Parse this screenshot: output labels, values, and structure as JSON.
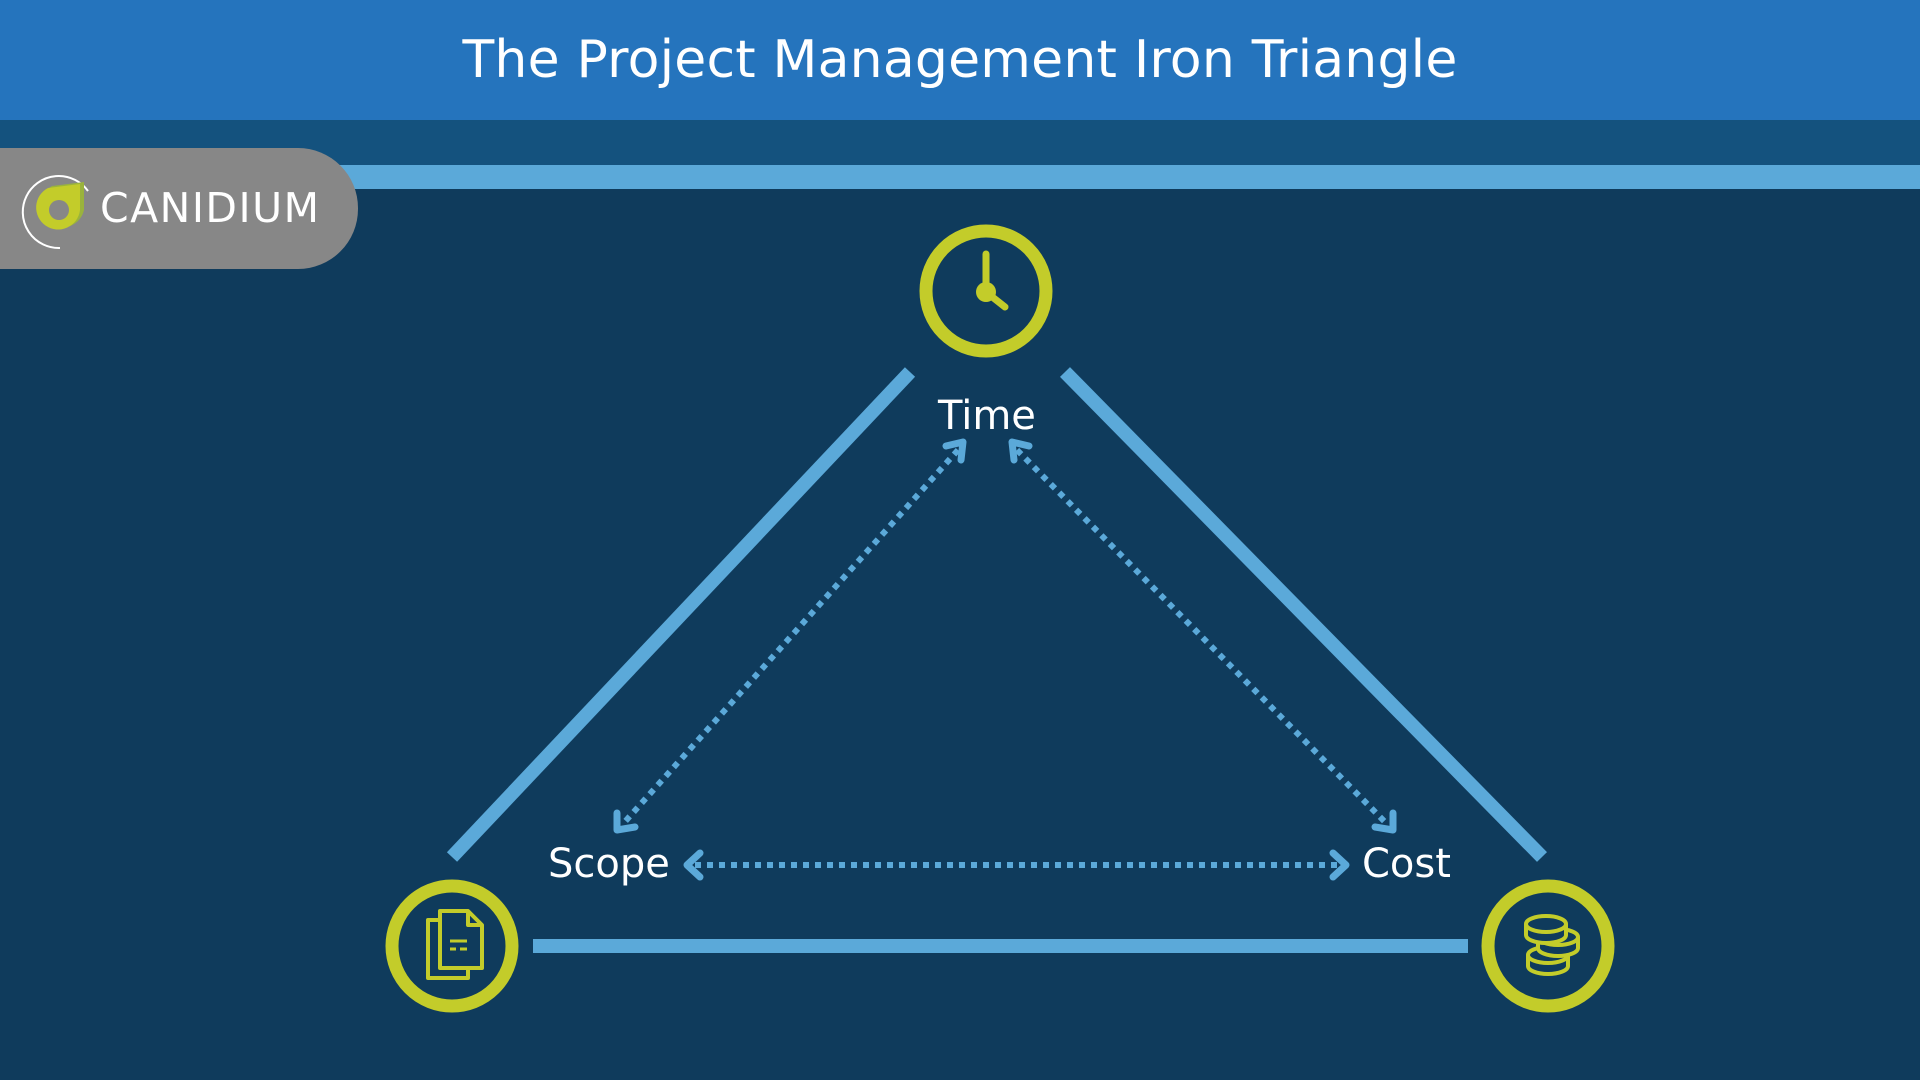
{
  "header": {
    "title": "The Project Management Iron Triangle"
  },
  "logo": {
    "text": "CANIDIUM",
    "icon": "canidium-leaf-logo-icon"
  },
  "colors": {
    "header_bg": "#2574BD",
    "stripe_dark": "#14527E",
    "stripe_light": "#5BA9D9",
    "background": "#0F3B5C",
    "accent_lime": "#C3CC2A",
    "line_blue": "#5BA9D9",
    "logo_pill": "#878787"
  },
  "diagram": {
    "nodes": [
      {
        "id": "time",
        "label": "Time",
        "icon": "clock-icon"
      },
      {
        "id": "scope",
        "label": "Scope",
        "icon": "documents-icon"
      },
      {
        "id": "cost",
        "label": "Cost",
        "icon": "coins-icon"
      }
    ],
    "edges": [
      {
        "from": "time",
        "to": "scope",
        "style": "dotted",
        "arrows": "both"
      },
      {
        "from": "time",
        "to": "cost",
        "style": "dotted",
        "arrows": "both"
      },
      {
        "from": "scope",
        "to": "cost",
        "style": "dotted",
        "arrows": "both"
      }
    ]
  }
}
